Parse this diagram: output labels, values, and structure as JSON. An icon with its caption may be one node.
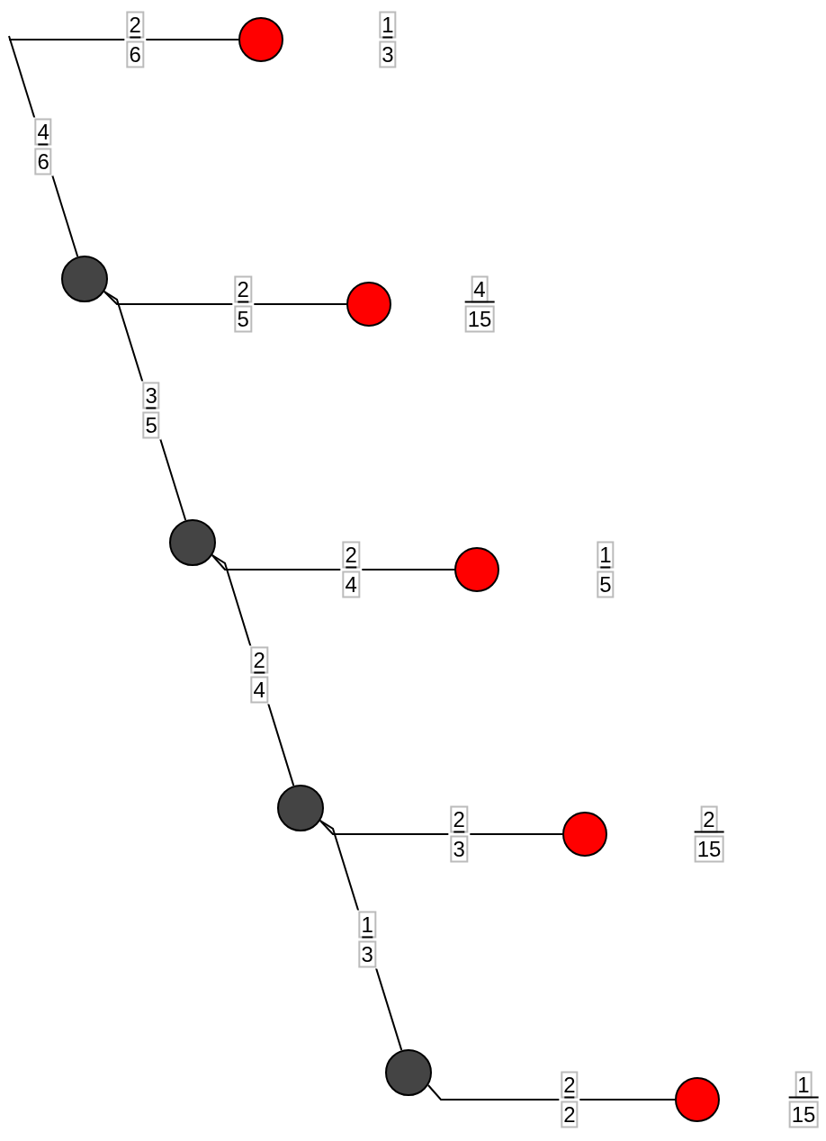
{
  "diagram": {
    "nodes": [
      {
        "text": [],
        "shape": "circle"
      },
      {
        "text": [],
        "shape": "circle"
      },
      {
        "text": [],
        "shape": "circle"
      },
      {
        "text": [],
        "shape": "circle"
      },
      {
        "text": [],
        "shape": "circle"
      },
      {
        "text": [],
        "shape": "circle"
      },
      {
        "text": [],
        "shape": "circle"
      },
      {
        "text": [],
        "shape": "circle"
      },
      {
        "text": [],
        "shape": "circle"
      }
    ],
    "edges": [
      {
        "from": null,
        "to": 0,
        "arrow": "none",
        "label": "2 6"
      },
      {
        "from": null,
        "to": 1,
        "arrow": "none",
        "label": "4 6"
      },
      {
        "from": 1,
        "to": 2,
        "arrow": "none",
        "label": "2 5"
      },
      {
        "from": 1,
        "to": 3,
        "arrow": "none",
        "label": "3 5"
      },
      {
        "from": 3,
        "to": 4,
        "arrow": "none",
        "label": "2 4"
      },
      {
        "from": 3,
        "to": 5,
        "arrow": "none",
        "label": "2 4"
      },
      {
        "from": 5,
        "to": 6,
        "arrow": "none",
        "label": "2 3"
      },
      {
        "from": 5,
        "to": 7,
        "arrow": "none",
        "label": "1 3"
      },
      {
        "from": 7,
        "to": 8,
        "arrow": "none",
        "label": "2 2"
      }
    ],
    "labels": [
      "1 3",
      "4 15",
      "1 5",
      "2 15",
      "1 15"
    ]
  }
}
